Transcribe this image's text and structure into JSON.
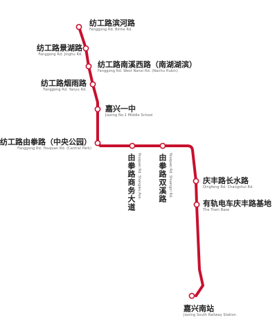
{
  "line": {
    "color": "#c8102e",
    "station_fill": "#ffffff"
  },
  "stations": [
    {
      "id": "binhe",
      "cn": "纺工路滨河路",
      "en": "Fanggong Rd. Binhe Rd."
    },
    {
      "id": "jinghu",
      "cn": "纺工路景湖路",
      "en": "Fanggong Rd. Jinghu Rd."
    },
    {
      "id": "nanxixi",
      "cn": "纺工路南溪西路（南湖湖滨）",
      "en": "Fanggong Rd. West Nanxi Rd. (Nanhu Hubin)"
    },
    {
      "id": "yanyu",
      "cn": "纺工路烟雨路",
      "en": "Fanggong Rd. Yanyu Rd."
    },
    {
      "id": "yizhong",
      "cn": "嘉兴一中",
      "en": "Jiaxing No.1 Middle School"
    },
    {
      "id": "youquan",
      "cn": "纺工路由拳路（中央公园）",
      "en": "Fanggong Rd. Youquan Rd. (Central Park)"
    },
    {
      "id": "shangwu",
      "cn": "由拳路商务大道",
      "en": "Youquan Rd. Shangwu Ave."
    },
    {
      "id": "shuangxi",
      "cn": "由拳路双溪路",
      "en": "Youquan Rd. Shuangxi Rd."
    },
    {
      "id": "changshui",
      "cn": "庆丰路长水路",
      "en": "Qingfeng Rd. Changshui Rd."
    },
    {
      "id": "base",
      "cn": "有轨电车庆丰路基地",
      "en": "The Tram Base"
    },
    {
      "id": "south",
      "cn": "嘉兴南站",
      "en": "Jiaxing South Railway Station"
    }
  ]
}
